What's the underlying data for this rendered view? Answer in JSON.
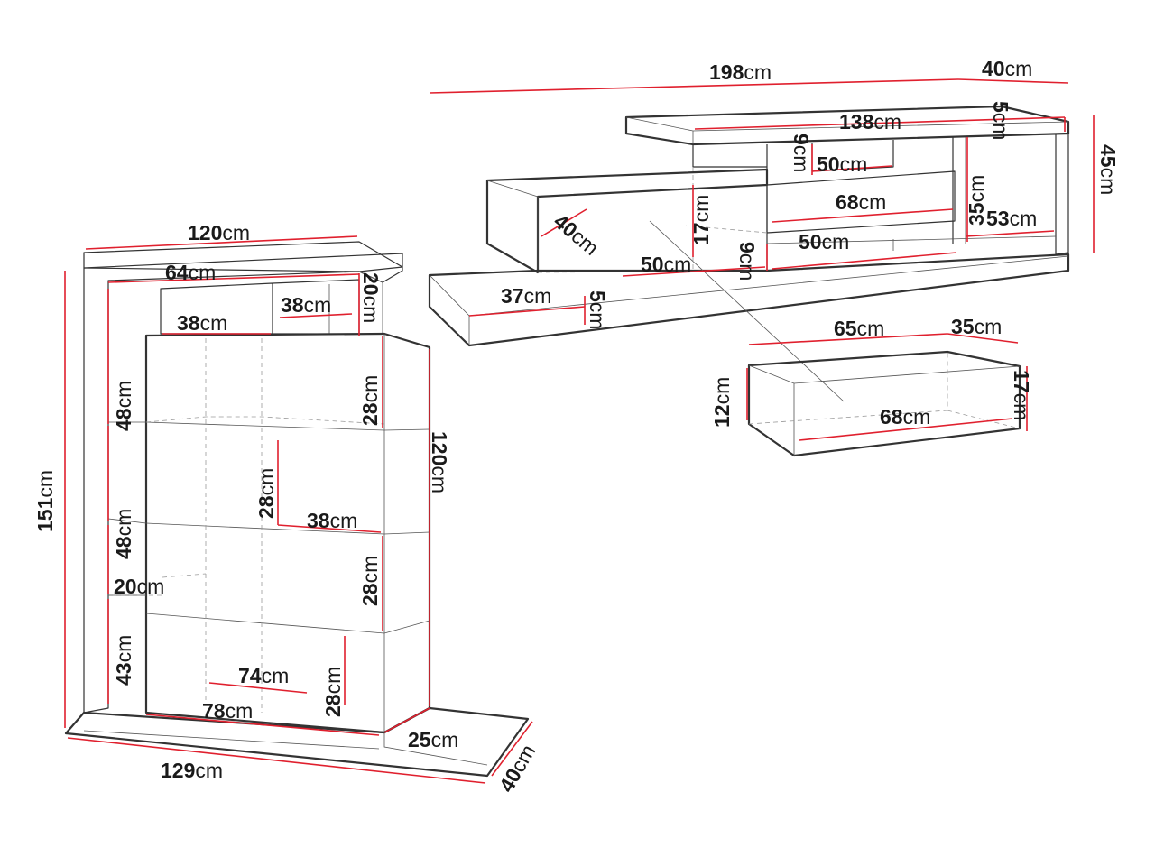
{
  "colors": {
    "outline": "#333333",
    "dimension": "#e0202e",
    "hidden_edge": "#9a9a9a",
    "background": "#ffffff"
  },
  "bookcase": {
    "width_top": {
      "value": "120",
      "unit": "cm"
    },
    "depth_top_shelf": {
      "value": "64",
      "unit": "cm"
    },
    "upper_left_niche": {
      "value": "38",
      "unit": "cm"
    },
    "upper_right_niche": {
      "value": "38",
      "unit": "cm"
    },
    "top_box_height": {
      "value": "20",
      "unit": "cm"
    },
    "niche_height_right_top": {
      "value": "28",
      "unit": "cm"
    },
    "total_height": {
      "value": "151",
      "unit": "cm"
    },
    "cabinet_height": {
      "value": "120",
      "unit": "cm"
    },
    "left_shelf_1": {
      "value": "48",
      "unit": "cm"
    },
    "left_shelf_2": {
      "value": "48",
      "unit": "cm"
    },
    "left_small_shelf": {
      "value": "20",
      "unit": "cm"
    },
    "left_bottom": {
      "value": "43",
      "unit": "cm"
    },
    "middle_niche_height": {
      "value": "28",
      "unit": "cm"
    },
    "middle_niche_width": {
      "value": "38",
      "unit": "cm"
    },
    "right_niche_height": {
      "value": "28",
      "unit": "cm"
    },
    "bottom_inner_width": {
      "value": "74",
      "unit": "cm"
    },
    "bottom_niche_height": {
      "value": "28",
      "unit": "cm"
    },
    "base_inner_width": {
      "value": "78",
      "unit": "cm"
    },
    "base_step_depth": {
      "value": "25",
      "unit": "cm"
    },
    "base_width": {
      "value": "129",
      "unit": "cm"
    },
    "base_depth": {
      "value": "40",
      "unit": "cm"
    }
  },
  "tv_stand": {
    "total_width": {
      "value": "198",
      "unit": "cm"
    },
    "depth": {
      "value": "40",
      "unit": "cm"
    },
    "top_width": {
      "value": "138",
      "unit": "cm"
    },
    "top_thickness": {
      "value": "5",
      "unit": "cm"
    },
    "total_height": {
      "value": "45",
      "unit": "cm"
    },
    "upper_niche_width": {
      "value": "50",
      "unit": "cm"
    },
    "upper_niche_height": {
      "value": "9",
      "unit": "cm"
    },
    "right_column_height": {
      "value": "35",
      "unit": "cm"
    },
    "drawer_front_width": {
      "value": "68",
      "unit": "cm"
    },
    "left_box_height": {
      "value": "17",
      "unit": "cm"
    },
    "left_box_depth": {
      "value": "40",
      "unit": "cm"
    },
    "right_lower_width": {
      "value": "53",
      "unit": "cm"
    },
    "lower_niche_width_a": {
      "value": "50",
      "unit": "cm"
    },
    "lower_niche_width_b": {
      "value": "50",
      "unit": "cm"
    },
    "lower_niche_height": {
      "value": "9",
      "unit": "cm"
    },
    "base_front_width": {
      "value": "37",
      "unit": "cm"
    },
    "base_thickness": {
      "value": "5",
      "unit": "cm"
    }
  },
  "drawer": {
    "outer_width": {
      "value": "65",
      "unit": "cm"
    },
    "outer_depth": {
      "value": "35",
      "unit": "cm"
    },
    "outer_height": {
      "value": "12",
      "unit": "cm"
    },
    "front_width": {
      "value": "68",
      "unit": "cm"
    },
    "front_height": {
      "value": "17",
      "unit": "cm"
    }
  }
}
